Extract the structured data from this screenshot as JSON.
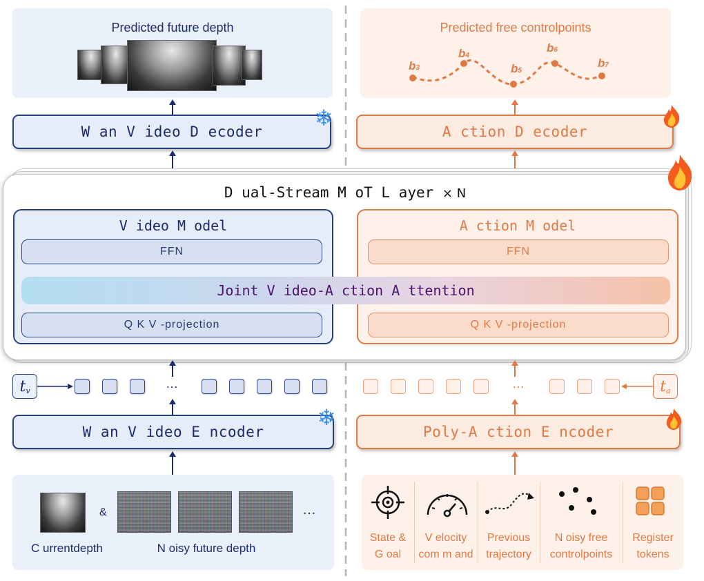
{
  "left_top": {
    "title": "Predicted future depth",
    "decoder_label": "W an V ideo D ecoder"
  },
  "right_top": {
    "title": "Predicted free controlpoints",
    "points": [
      "b3",
      "b4",
      "b5",
      "b6",
      "b7"
    ],
    "decoder_label": "A ction D ecoder"
  },
  "mot": {
    "title": "D ual-Stream  M oT  L ayer",
    "multiplier": "× N",
    "video_model": {
      "title": "V ideo M odel",
      "ffn": "FFN",
      "qkv": "Q K V -projection"
    },
    "action_model": {
      "title": "A ction M odel",
      "ffn": "FFN",
      "qkv": "Q K V -projection"
    },
    "joint_attention": "Joint V ideo-A ction A ttention"
  },
  "tokens": {
    "video_time": "t",
    "video_time_sub": "v",
    "action_time": "t",
    "action_time_sub": "a",
    "ellipsis": "…"
  },
  "left_bottom": {
    "encoder_label": "W an V ideo E ncoder",
    "ampersand": "&",
    "ellipsis": "…",
    "current_depth": "C urrentdepth",
    "noisy_future_depth": "N oisy future depth"
  },
  "right_bottom": {
    "encoder_label": "Poly-A ction E ncoder",
    "inputs": [
      {
        "icon": "target-icon",
        "label1": "State &",
        "label2": "G oal"
      },
      {
        "icon": "speedometer-icon",
        "label1": "V elocity",
        "label2": "com m and"
      },
      {
        "icon": "trajectory-icon",
        "label1": "Previous",
        "label2": "trajectory"
      },
      {
        "icon": "scatter-points-icon",
        "label1": "N oisy free",
        "label2": "controlpoints"
      },
      {
        "icon": "register-grid-icon",
        "label1": "Register",
        "label2": "tokens"
      }
    ]
  },
  "colors": {
    "blue_dark": "#1b2b6b",
    "orange": "#e07a45",
    "blue_bg": "#eaf0f9",
    "orange_bg": "#fdf1ea"
  }
}
